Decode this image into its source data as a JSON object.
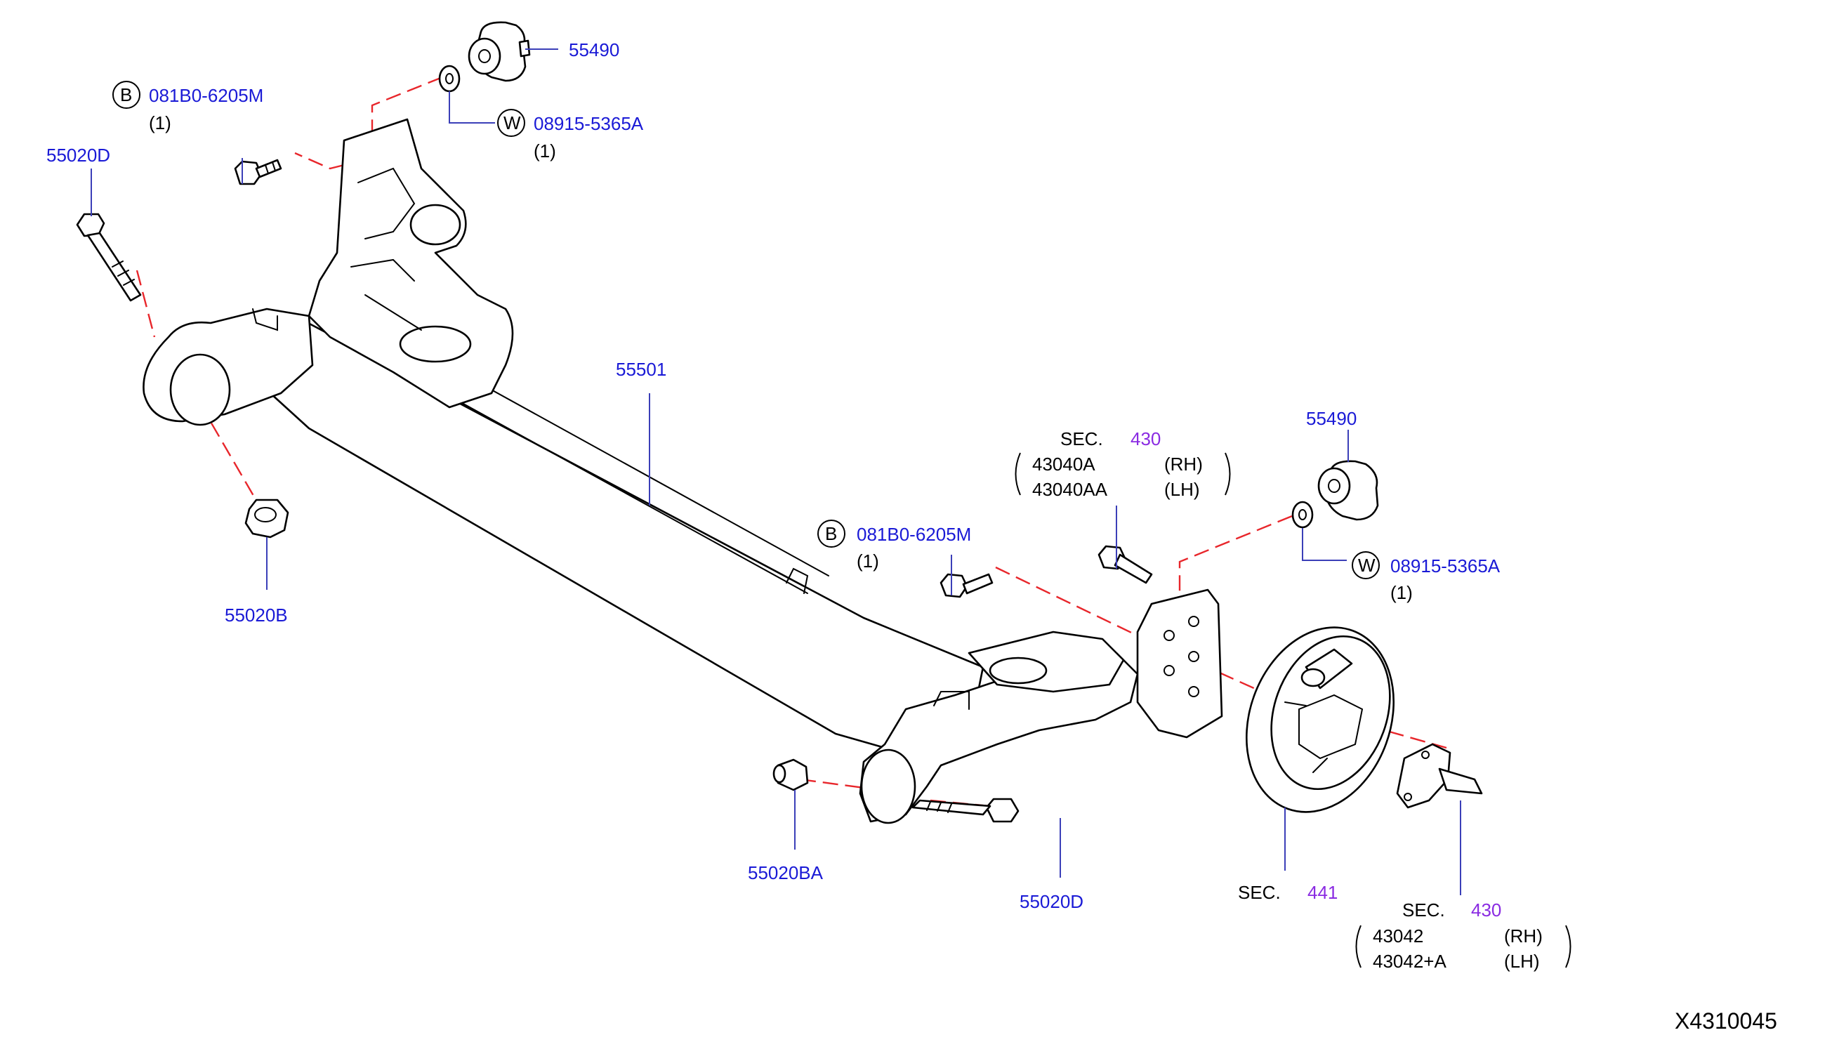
{
  "callouts": {
    "bolt_top_circle": "B",
    "bolt_top_part": "081B0-6205M",
    "bolt_top_qty": "(1)",
    "washer_top_circle": "W",
    "washer_top_part": "08915-5365A",
    "washer_top_qty": "(1)",
    "bumper_top_part": "55490",
    "bolt_left_part": "55020D",
    "nut_left_part": "55020B",
    "beam_part": "55501",
    "sec_top_label": "SEC.",
    "sec_top_num": "430",
    "sec_top_item1": "43040A",
    "sec_top_item1_side": "(RH)",
    "sec_top_item2": "43040AA",
    "sec_top_item2_side": "(LH)",
    "bolt_mid_circle": "B",
    "bolt_mid_part": "081B0-6205M",
    "bolt_mid_qty": "(1)",
    "bumper_right_part": "55490",
    "washer_right_circle": "W",
    "washer_right_part": "08915-5365A",
    "washer_right_qty": "(1)",
    "bushing_part": "55020BA",
    "bolt_bottom_part": "55020D",
    "sec_brake_label": "SEC.",
    "sec_brake_num": "441",
    "sec_bottom_label": "SEC.",
    "sec_bottom_num": "430",
    "sec_bottom_item1": "43042",
    "sec_bottom_item1_side": "(RH)",
    "sec_bottom_item2": "43042+A",
    "sec_bottom_item2_side": "(LH)",
    "diagram_code": "X4310045"
  },
  "colors": {
    "part_number": "#1a1ad6",
    "section_number": "#8a2be2",
    "dashed_line": "#e8262b",
    "leader_line": "#3b3fb8"
  }
}
